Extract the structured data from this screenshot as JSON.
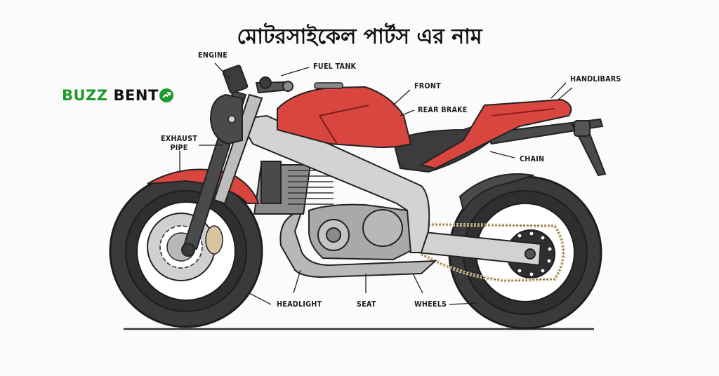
{
  "title": "মোটরসাইকেল পার্টস এর নাম",
  "logo": {
    "part1": "BUZZ",
    "part2": "BENT",
    "icon": "trending-up-icon",
    "brand_color": "#1f9a2e"
  },
  "labels": {
    "engine": "ENGINE",
    "fuel_tank": "FUEL TANK",
    "front": "FRONT",
    "rear_brake": "REAR BRAKE",
    "handlebars": "HANDLIBARS",
    "exhaust_pipe_line1": "EXHAUST",
    "exhaust_pipe_line2": "PIPE",
    "chain": "CHAIN",
    "headlight": "HEADLIGHT",
    "seat": "SEAT",
    "wheels": "WHEELS"
  },
  "colors": {
    "body_red": "#d9453f",
    "tire": "#3a3a3c",
    "frame": "#c9c9c9",
    "chain": "#d8c49a"
  }
}
